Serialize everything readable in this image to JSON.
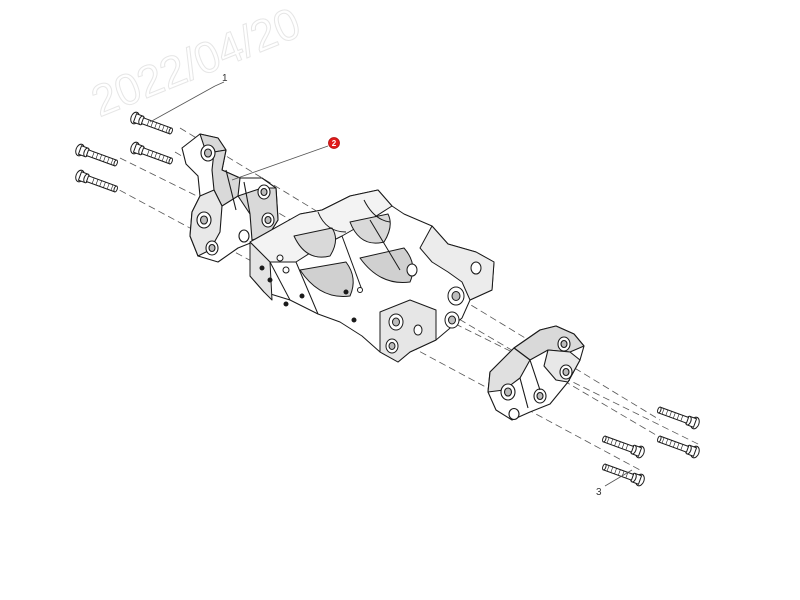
{
  "diagram": {
    "watermark": "2022/04/20",
    "callouts": [
      {
        "id": "1",
        "label": "1",
        "highlighted": false
      },
      {
        "id": "2",
        "label": "2",
        "highlighted": true
      },
      {
        "id": "3",
        "label": "3",
        "highlighted": false
      }
    ],
    "colors": {
      "line": "#1a1a1a",
      "shade": "#d9d9d9",
      "highlight": "#e01b1b",
      "leader": "#555555"
    }
  }
}
